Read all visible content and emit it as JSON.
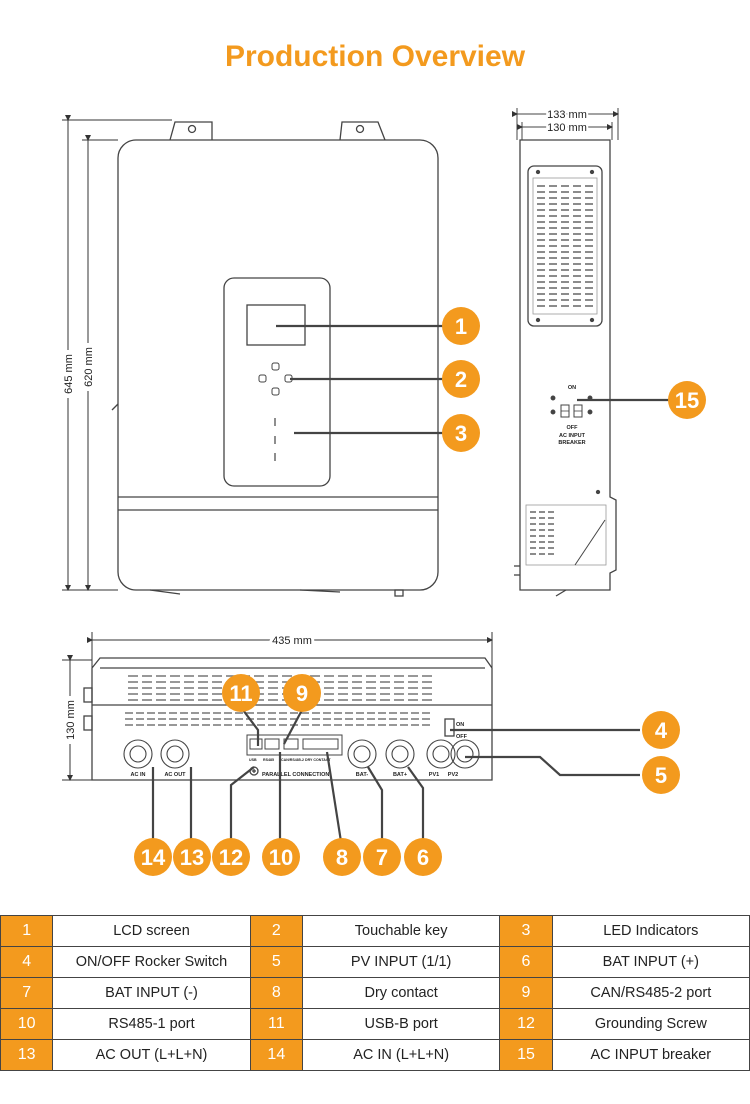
{
  "title": "Production Overview",
  "dimensions": {
    "height_outer": "645 mm",
    "height_inner": "620 mm",
    "depth_outer": "133 mm",
    "depth_inner": "130 mm",
    "width": "435 mm",
    "bottom_height": "130 mm"
  },
  "device_labels": {
    "breaker_on": "ON",
    "breaker_off": "OFF",
    "breaker_title_1": "AC INPUT",
    "breaker_title_2": "BREAKER",
    "rocker_on": "ON",
    "rocker_off": "OFF",
    "ac_in": "AC IN",
    "ac_out": "AC OUT",
    "parallel": "PARALLEL CONNECTION",
    "bat_minus": "BAT-",
    "bat_plus": "BAT+",
    "pv1": "PV1",
    "pv2": "PV2",
    "usb": "USB",
    "rs485": "RS485",
    "can": "CAN/RS485-2",
    "dry": "DRY CONTACT"
  },
  "callouts": [
    "1",
    "2",
    "3",
    "4",
    "5",
    "6",
    "7",
    "8",
    "9",
    "10",
    "11",
    "12",
    "13",
    "14",
    "15"
  ],
  "colors": {
    "accent": "#f39a1e",
    "line": "#444444"
  },
  "legend": [
    [
      {
        "n": "1",
        "label": "LCD screen"
      },
      {
        "n": "2",
        "label": "Touchable key"
      },
      {
        "n": "3",
        "label": "LED Indicators"
      }
    ],
    [
      {
        "n": "4",
        "label": "ON/OFF Rocker Switch"
      },
      {
        "n": "5",
        "label": "PV INPUT (1/1)"
      },
      {
        "n": "6",
        "label": "BAT INPUT (+)"
      }
    ],
    [
      {
        "n": "7",
        "label": "BAT INPUT (-)"
      },
      {
        "n": "8",
        "label": "Dry contact"
      },
      {
        "n": "9",
        "label": "CAN/RS485-2 port"
      }
    ],
    [
      {
        "n": "10",
        "label": "RS485-1 port"
      },
      {
        "n": "11",
        "label": "USB-B port"
      },
      {
        "n": "12",
        "label": "Grounding Screw"
      }
    ],
    [
      {
        "n": "13",
        "label": "AC OUT (L+L+N)"
      },
      {
        "n": "14",
        "label": "AC IN (L+L+N)"
      },
      {
        "n": "15",
        "label": "AC INPUT breaker"
      }
    ]
  ]
}
